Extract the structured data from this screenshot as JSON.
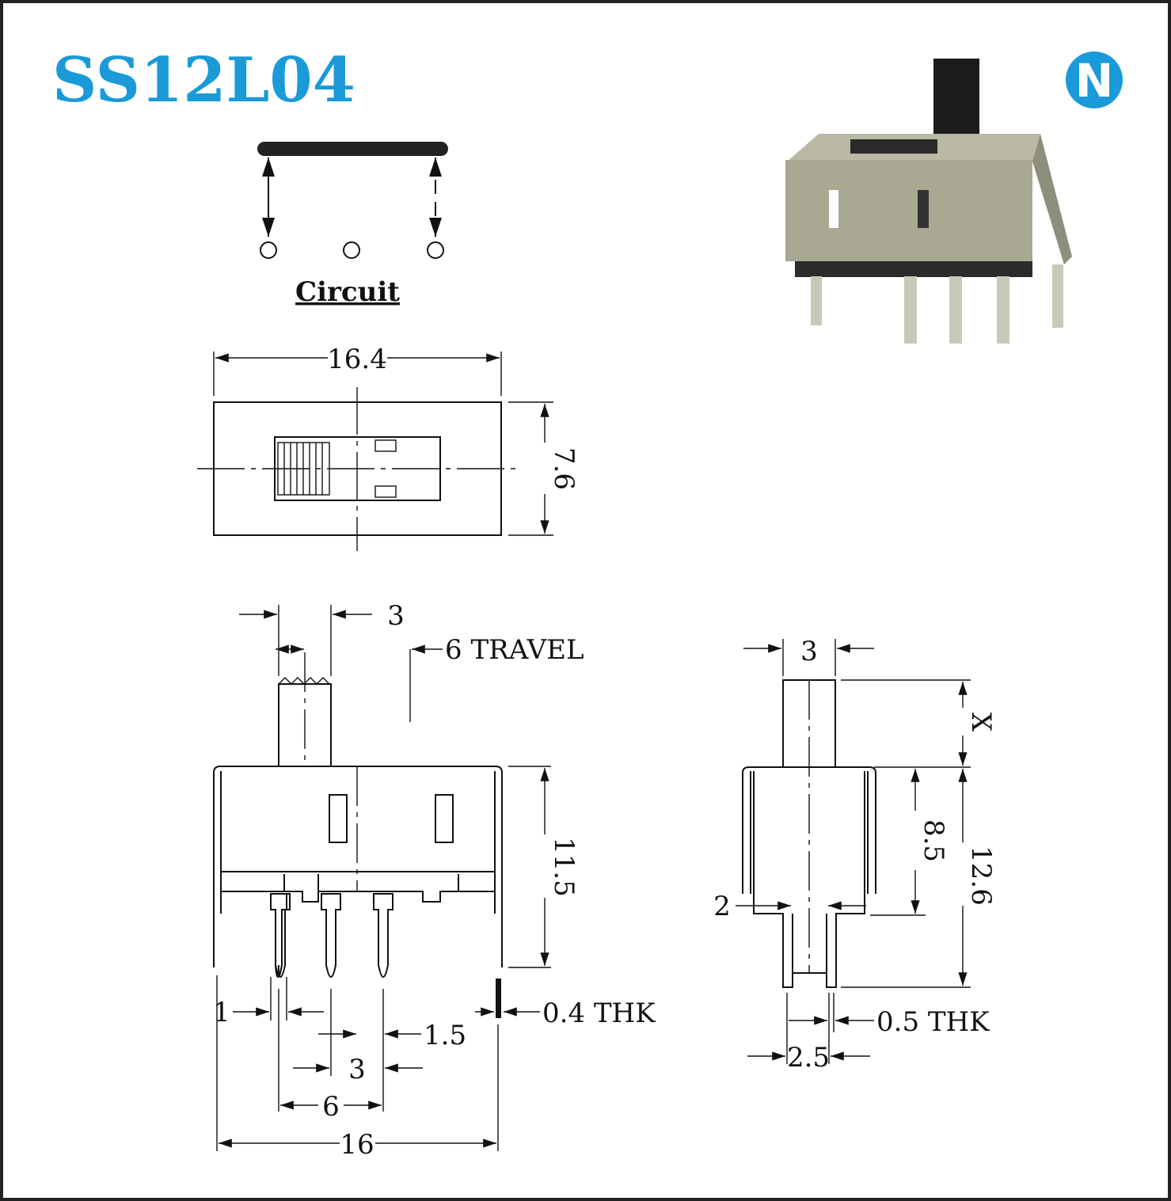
{
  "title": "SS12L04",
  "logo": {
    "letter": "N",
    "color": "#1a9ad8"
  },
  "circuit": {
    "label": "Circuit"
  },
  "top_view": {
    "width_dim": "16.4",
    "height_dim": "7.6"
  },
  "front_view": {
    "actuator_dim": "3",
    "travel": "6 TRAVEL",
    "height_dim": "11.5",
    "pin_width": "1",
    "pin_offset": "1.5",
    "thickness": "0.4 THK",
    "pin_pitch": "3",
    "pin_span": "6",
    "overall_width": "16"
  },
  "side_view": {
    "actuator_dim": "3",
    "actuator_height": "X",
    "body_height": "8.5",
    "total_height": "12.6",
    "leg_dim": "2",
    "thickness": "0.5 THK",
    "leg_spacing": "2.5"
  }
}
